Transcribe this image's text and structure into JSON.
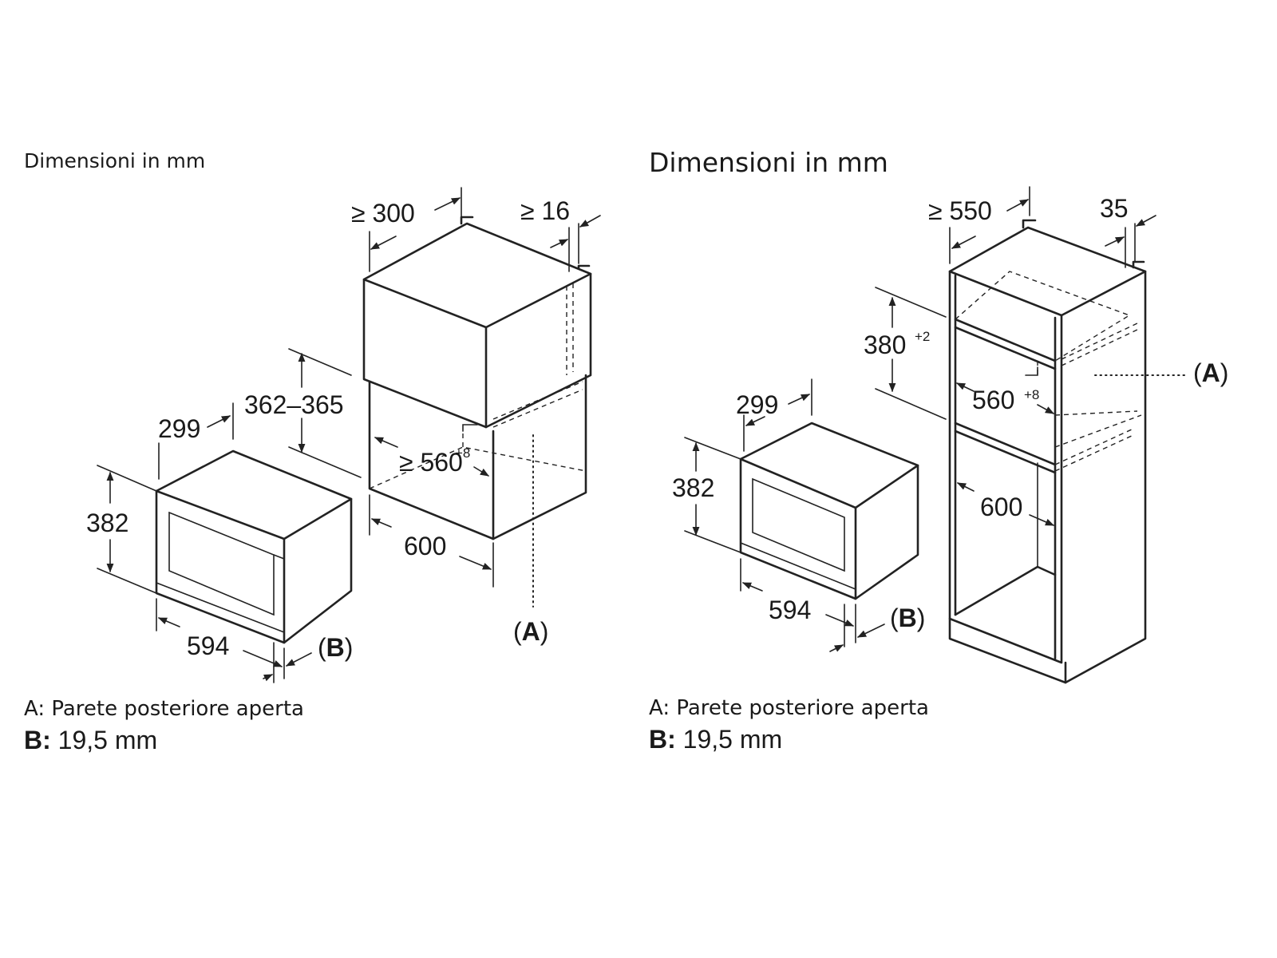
{
  "left": {
    "title": "Dimensioni in mm",
    "dims": {
      "w300": "≥ 300",
      "w16": "≥ 16",
      "h362": "362–365",
      "d299": "299",
      "w560": "≥ 560",
      "w560_sup": "+8",
      "h382": "382",
      "w600": "600",
      "w594": "594"
    },
    "labels": {
      "a": "(A)",
      "b": "(B)"
    },
    "note_a": "A: Parete posteriore aperta",
    "note_b_key": "B:",
    "note_b_val": " 19,5 mm"
  },
  "right": {
    "title": "Dimensioni in mm",
    "dims": {
      "w550": "≥ 550",
      "w35": "35",
      "h380": "380",
      "h380_sup": "+2",
      "d299": "299",
      "w560": "560",
      "w560_sup": "+8",
      "h382": "382",
      "w600": "600",
      "w594": "594"
    },
    "labels": {
      "a": "(A)",
      "b": "(B)"
    },
    "note_a": "A: Parete posteriore aperta",
    "note_b_key": "B:",
    "note_b_val": " 19,5 mm"
  }
}
